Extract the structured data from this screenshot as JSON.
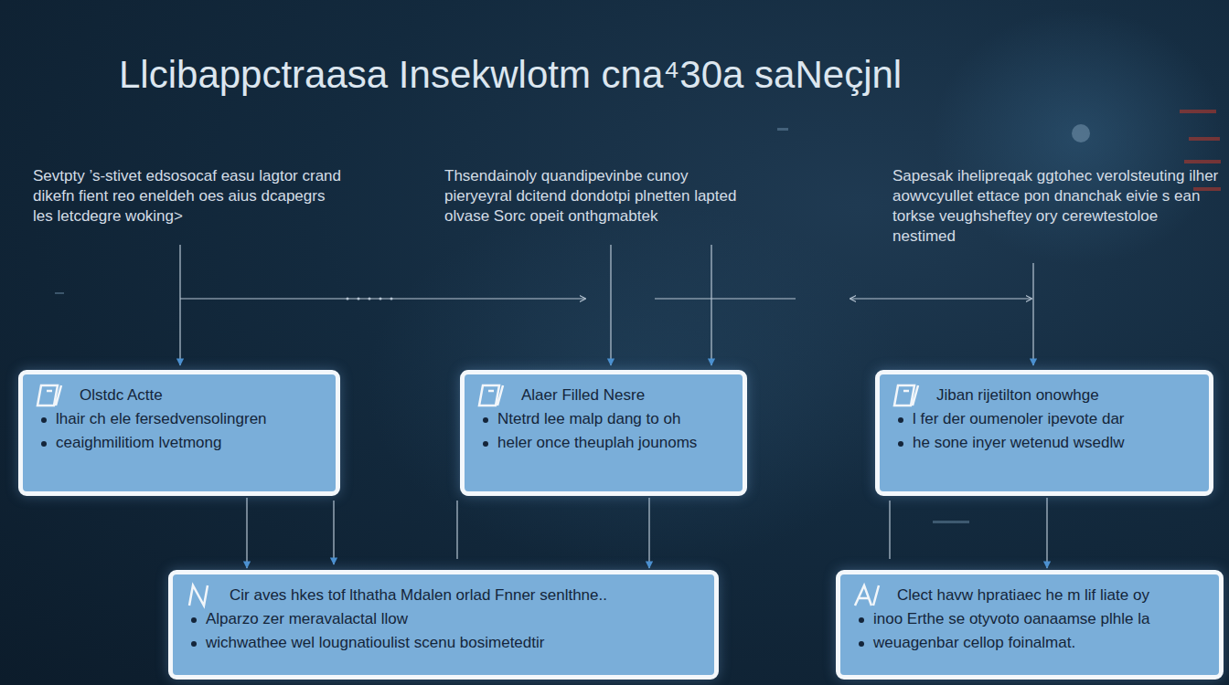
{
  "diagram": {
    "title": "Llcibappctraasa Insekwlotm cna⁴30a saNeçjnl",
    "nodes": [
      {
        "text": [
          "Olstdc Actte",
          "lhair ch ele fersedvensolingren",
          "ceaighmilitiom lvetmong"
        ]
      },
      {
        "text": [
          "Alaer Filled Nesre",
          "Ntetrd lee malp dang to oh",
          "heler once theuplah jounoms"
        ]
      },
      {
        "text": [
          "Jiban rijetilton onowhge",
          "l fer der oumenoler ipevote dar",
          "he sone inyer wetenud wsedlw"
        ]
      },
      {
        "text": [
          "Cir aves hkes tof lthatha Mdalen orlad Fnner senlthne..",
          "Alparzo zer meravalactal llow",
          "wichwathee wel lougnatioulist scenu bosimetedtir"
        ]
      },
      {
        "text": [
          "Clect havw hpratiaec he m lif liate oy",
          "inoo Erthe se otyvoto oanaamse plhle la",
          "weuagenbar cellop foinalmat."
        ]
      }
    ],
    "edges": [
      {
        "from": 0,
        "to": 3,
        "arrow": "to"
      },
      {
        "from": 1,
        "to": 3,
        "arrow": "to"
      },
      {
        "from": 2,
        "to": 4,
        "arrow": "to"
      }
    ],
    "labels": [
      "Sevtpty ’s-stivet edsosocaf easu lagtor crand dikefn fient reo eneldeh oes aius dcapegrs les letcdegre woking>",
      "Thsendainoly quandipevinbe cunoy pieryeyral dcitend dondotpi plnetten lapted olvase Sorc opeit onthgmabtek",
      "Sapesak ihelipreqak ggtohec verolsteuting ilher aowvcyullet ettace pon dnanchak eivie s ean torkse veughsheftey ory cerewtestoloe nestimed"
    ]
  }
}
